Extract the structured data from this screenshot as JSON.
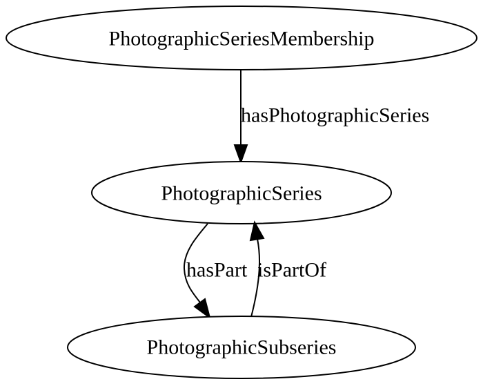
{
  "diagram": {
    "nodes": {
      "membership": {
        "label": "PhotographicSeriesMembership"
      },
      "series": {
        "label": "PhotographicSeries"
      },
      "subseries": {
        "label": "PhotographicSubseries"
      }
    },
    "edges": {
      "has_series": {
        "from": "PhotographicSeriesMembership",
        "to": "PhotographicSeries",
        "label": "hasPhotographicSeries"
      },
      "has_part": {
        "from": "PhotographicSeries",
        "to": "PhotographicSubseries",
        "label": "hasPart"
      },
      "is_part_of": {
        "from": "PhotographicSubseries",
        "to": "PhotographicSeries",
        "label": "isPartOf"
      }
    }
  }
}
